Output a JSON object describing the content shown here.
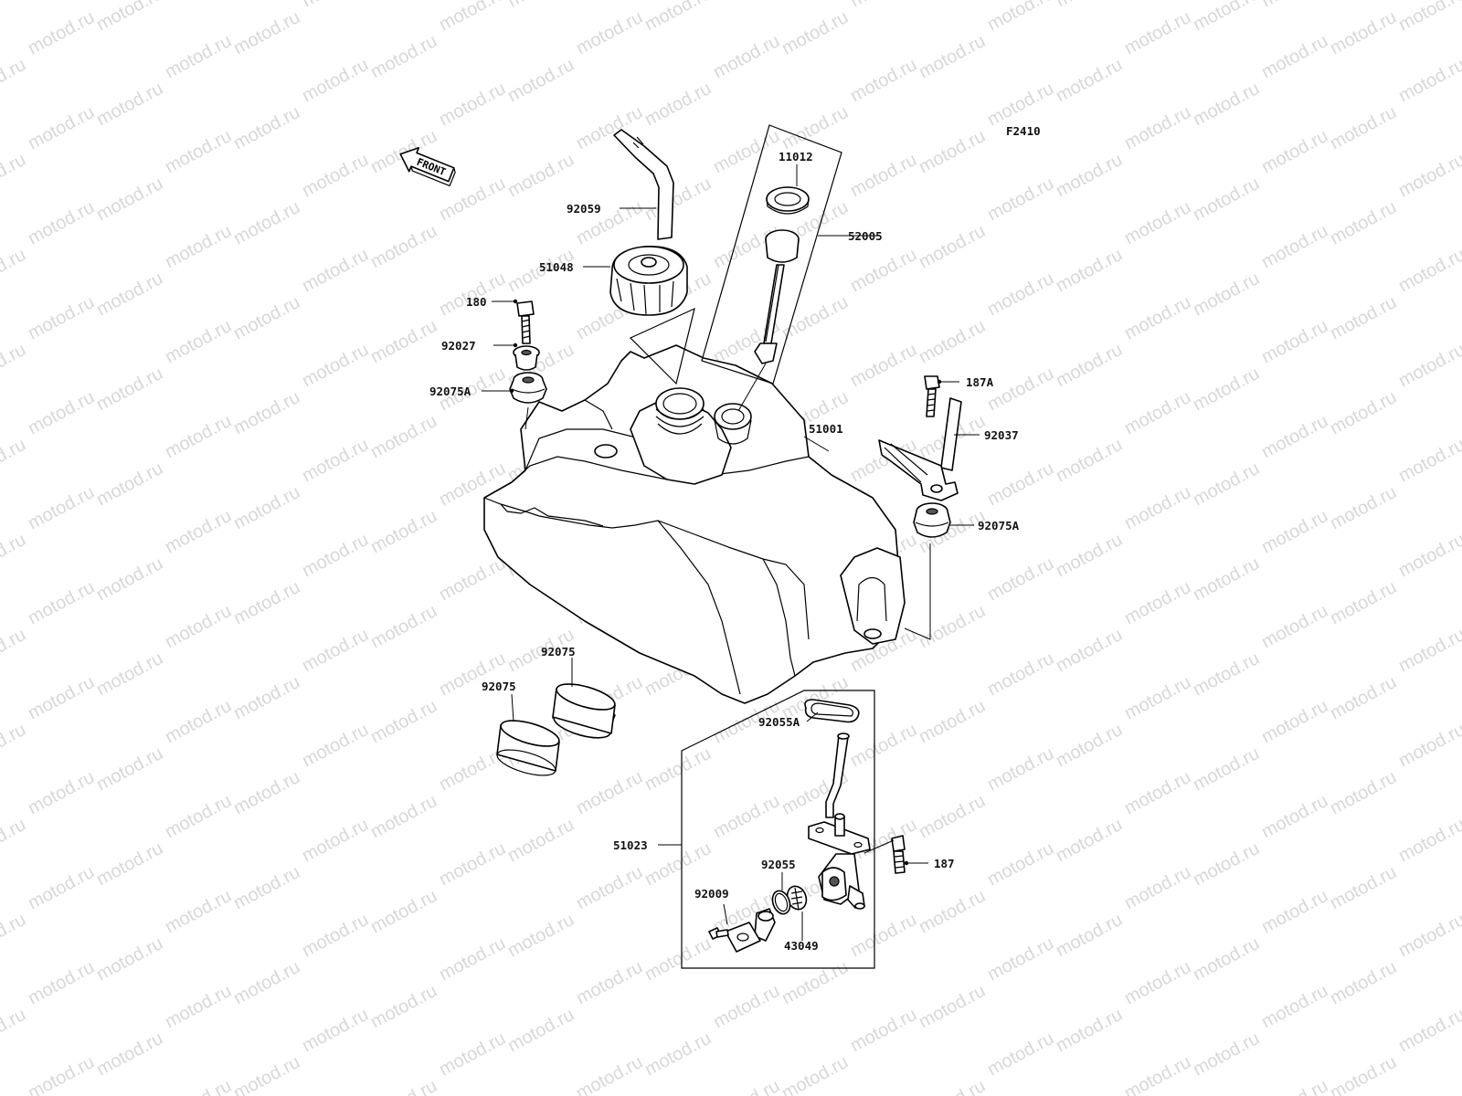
{
  "diagram_code": "F2410",
  "front_label": "FRONT",
  "watermark_text": "motod.ru",
  "parts": [
    {
      "id": "p11012",
      "number": "11012"
    },
    {
      "id": "p52005",
      "number": "52005"
    },
    {
      "id": "p92059",
      "number": "92059"
    },
    {
      "id": "p51048",
      "number": "51048"
    },
    {
      "id": "p180",
      "number": "180"
    },
    {
      "id": "p92027",
      "number": "92027"
    },
    {
      "id": "p92075A_left",
      "number": "92075A"
    },
    {
      "id": "p187A",
      "number": "187A"
    },
    {
      "id": "p51001",
      "number": "51001"
    },
    {
      "id": "p92037",
      "number": "92037"
    },
    {
      "id": "p92075A_right",
      "number": "92075A"
    },
    {
      "id": "p92075_a",
      "number": "92075"
    },
    {
      "id": "p92075_b",
      "number": "92075"
    },
    {
      "id": "p92055A",
      "number": "92055A"
    },
    {
      "id": "p51023",
      "number": "51023"
    },
    {
      "id": "p187",
      "number": "187"
    },
    {
      "id": "p92055",
      "number": "92055"
    },
    {
      "id": "p92009",
      "number": "92009"
    },
    {
      "id": "p43049",
      "number": "43049"
    }
  ]
}
